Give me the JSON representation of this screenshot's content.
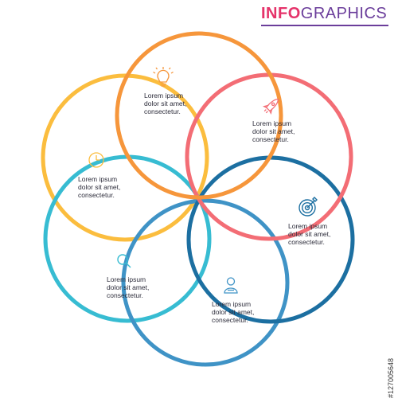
{
  "header": {
    "title_bold": "INFO",
    "title_light": "GRAPHICS",
    "accent_color": "#e5336a",
    "secondary_color": "#6b3e9b"
  },
  "side_id": "#127005648",
  "steps": [
    {
      "color": "#fbbd3e",
      "icon": "clock-icon",
      "lines": [
        "Lorem ipsum",
        "dolor sit amet,",
        "consectetur."
      ]
    },
    {
      "color": "#f6963b",
      "icon": "lightbulb-icon",
      "lines": [
        "Lorem ipsum",
        "dolor sit amet,",
        "consectetur."
      ]
    },
    {
      "color": "#f36d75",
      "icon": "rocket-icon",
      "lines": [
        "Lorem ipsum",
        "dolor sit amet,",
        "consectetur."
      ]
    },
    {
      "color": "#1c6fa1",
      "icon": "target-icon",
      "lines": [
        "Lorem ipsum",
        "dolor sit amet,",
        "consectetur."
      ]
    },
    {
      "color": "#3f93c6",
      "icon": "user-icon",
      "lines": [
        "Lorem ipsum",
        "dolor sit amet,",
        "consectetur."
      ]
    },
    {
      "color": "#37bcd2",
      "icon": "search-icon",
      "lines": [
        "Lorem ipsum",
        "dolor sit amet,",
        "consectetur."
      ]
    }
  ]
}
